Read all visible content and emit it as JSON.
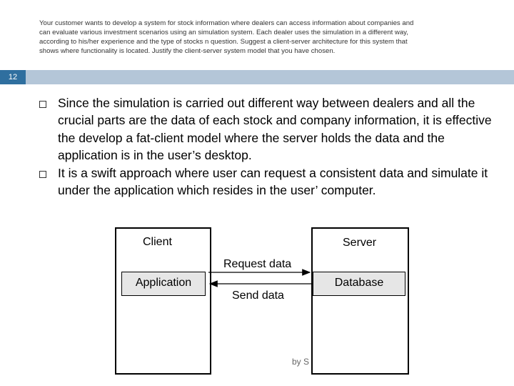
{
  "question": "Your customer wants to develop a system for stock information where dealers can access information about companies and can evaluate various investment scenarios using an simulation system. Each dealer uses the simulation in a different way, according to his/her experience and the type of stocks n question. Suggest a client-server architecture for this system that shows where functionality is located. Justify the client-server system model that you have chosen.",
  "slide_number": "12",
  "bullets": [
    "Since the simulation is carried out different way between dealers and all the crucial parts are the data of each stock and company information, it is effective the develop a fat-client model where the server holds the data and the application is in the user’s desktop.",
    "It is a swift approach where user can request a consistent data and simulate it under the application which resides in the user’ computer."
  ],
  "diagram": {
    "client_label": "Client",
    "server_label": "Server",
    "application_label": "Application",
    "database_label": "Database",
    "request_label": "Request data",
    "send_label": "Send data"
  },
  "footer": "by S"
}
